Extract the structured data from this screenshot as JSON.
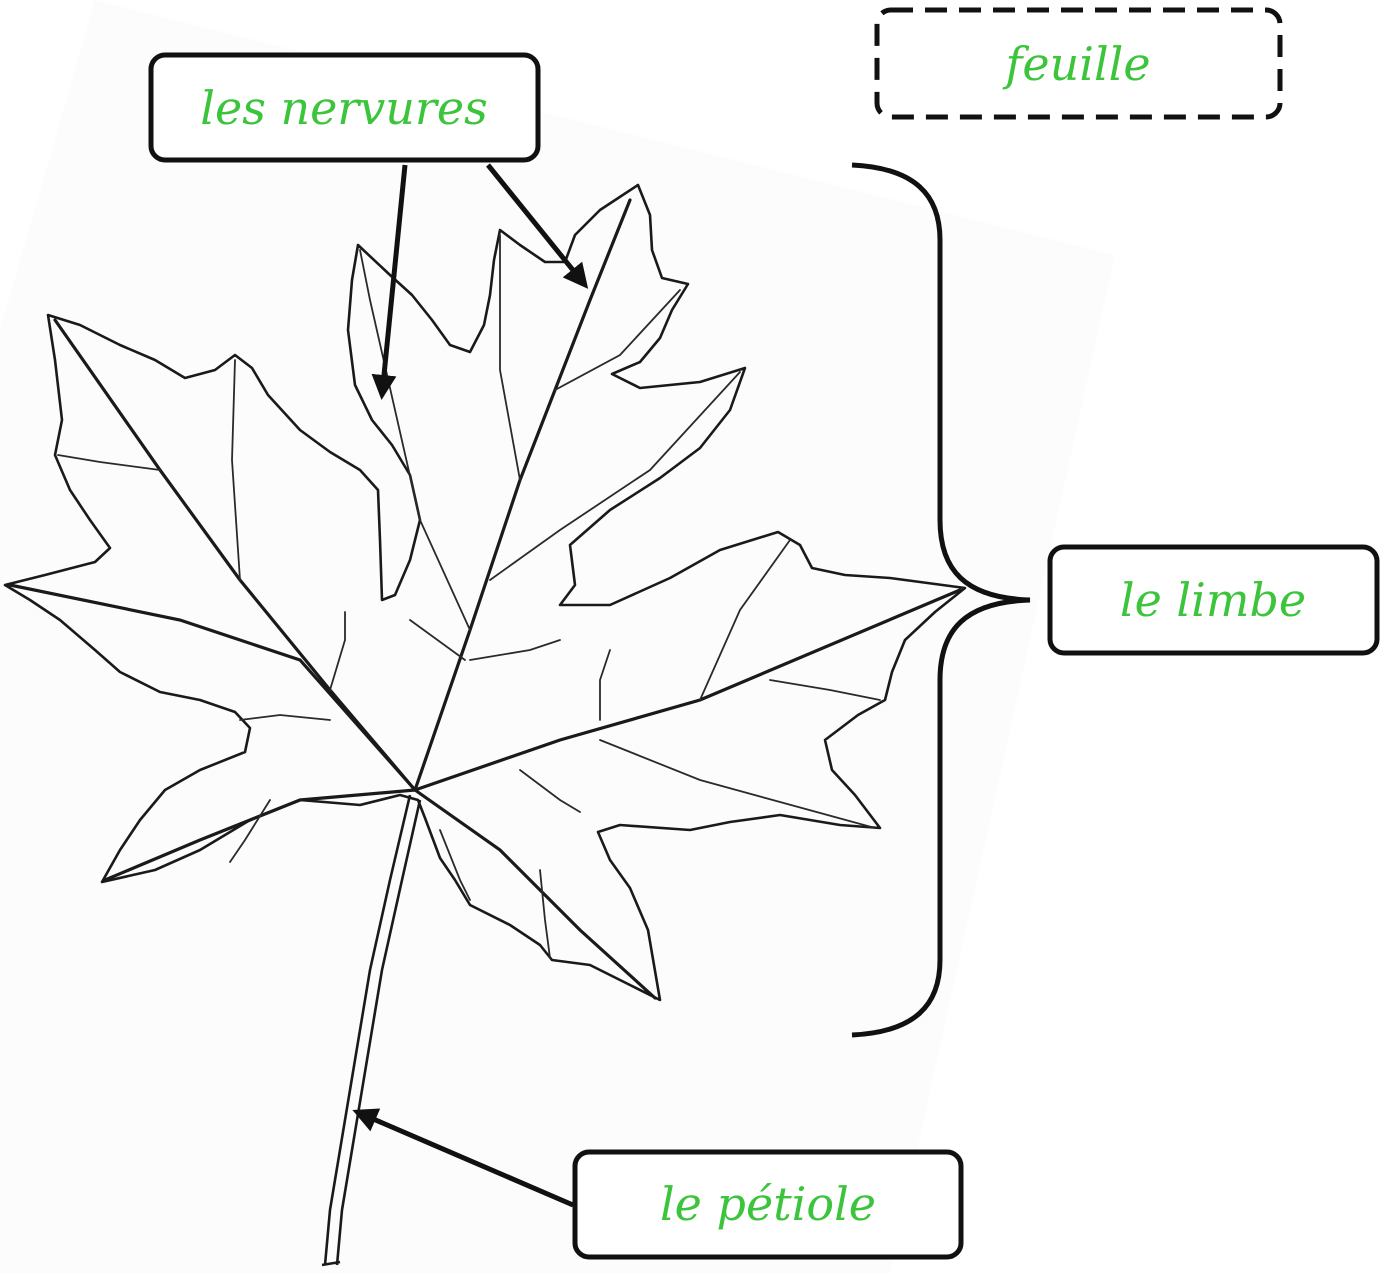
{
  "title": "feuille",
  "labels": {
    "nervures": "les nervures",
    "limbe": "le limbe",
    "petiole": "le pétiole"
  },
  "colors": {
    "label_text": "#3cc43c",
    "box_stroke": "#111111",
    "leaf_stroke": "#1a1a1a",
    "background": "#ffffff"
  }
}
